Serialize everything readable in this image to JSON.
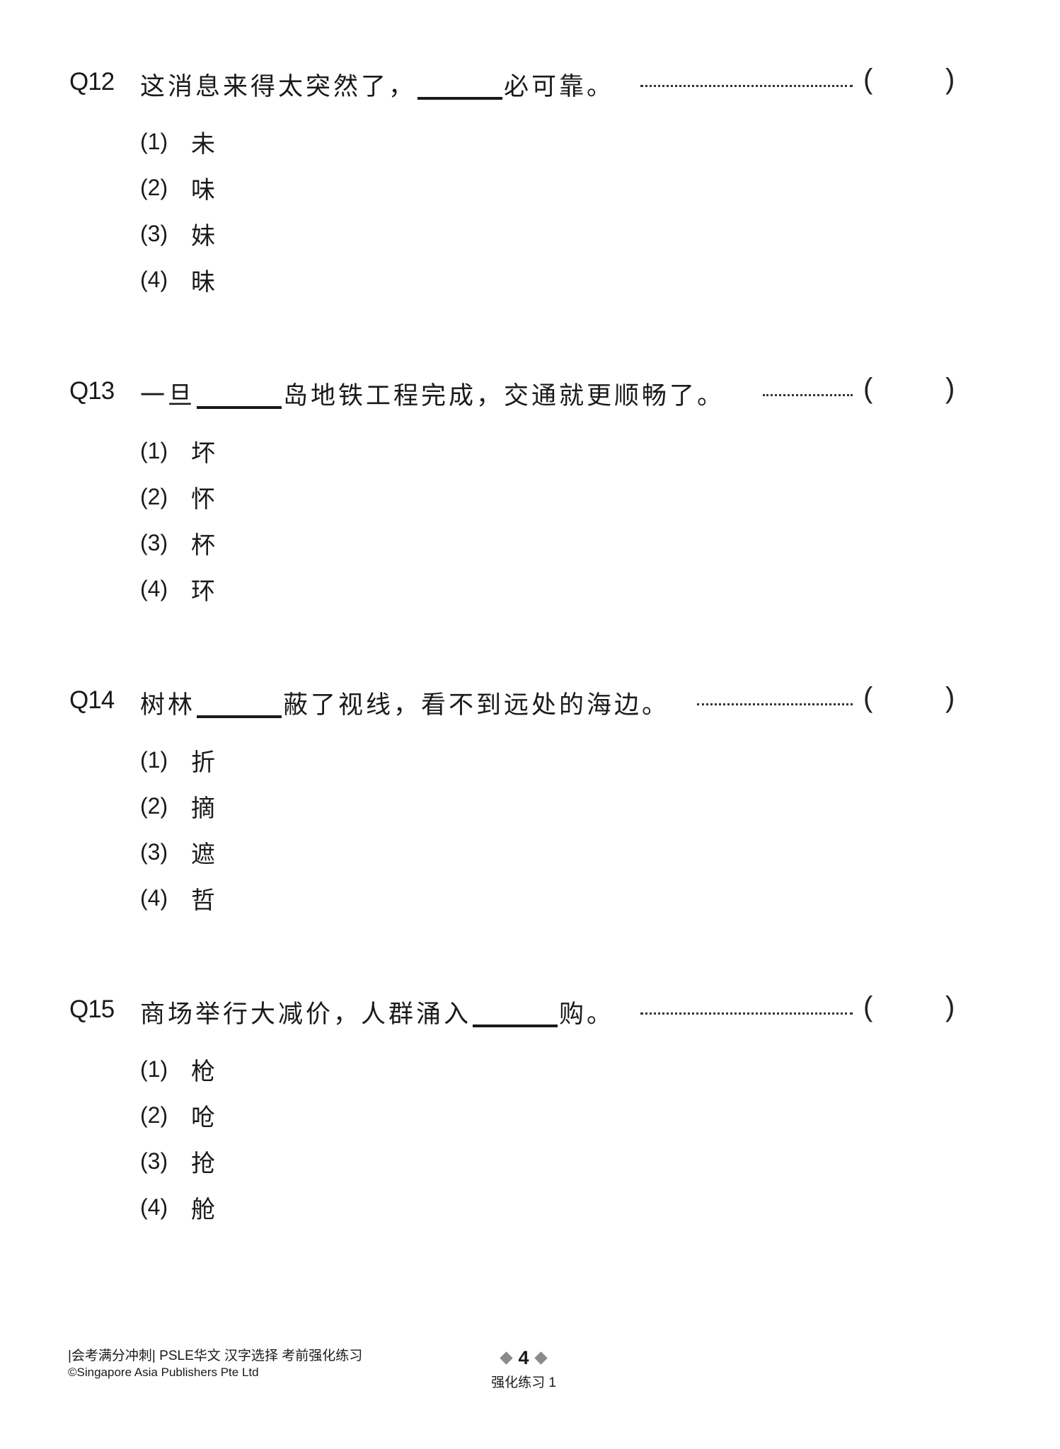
{
  "questions": [
    {
      "number": "Q12",
      "stem_before": "这消息来得太突然了，",
      "stem_after": "必可靠。",
      "answer_open": "(",
      "answer_close": ")",
      "options": [
        {
          "label": "(1)",
          "char": "未"
        },
        {
          "label": "(2)",
          "char": "味"
        },
        {
          "label": "(3)",
          "char": "妹"
        },
        {
          "label": "(4)",
          "char": "昧"
        }
      ]
    },
    {
      "number": "Q13",
      "stem_before": "一旦",
      "stem_after": "岛地铁工程完成，交通就更顺畅了。",
      "answer_open": "(",
      "answer_close": ")",
      "options": [
        {
          "label": "(1)",
          "char": "坏"
        },
        {
          "label": "(2)",
          "char": "怀"
        },
        {
          "label": "(3)",
          "char": "杯"
        },
        {
          "label": "(4)",
          "char": "环"
        }
      ]
    },
    {
      "number": "Q14",
      "stem_before": "树林",
      "stem_after": "蔽了视线，看不到远处的海边。",
      "answer_open": "(",
      "answer_close": ")",
      "options": [
        {
          "label": "(1)",
          "char": "折"
        },
        {
          "label": "(2)",
          "char": "摘"
        },
        {
          "label": "(3)",
          "char": "遮"
        },
        {
          "label": "(4)",
          "char": "哲"
        }
      ]
    },
    {
      "number": "Q15",
      "stem_before": "商场举行大减价，人群涌入",
      "stem_after": "购。",
      "answer_open": "(",
      "answer_close": ")",
      "options": [
        {
          "label": "(1)",
          "char": "枪"
        },
        {
          "label": "(2)",
          "char": "呛"
        },
        {
          "label": "(3)",
          "char": "抢"
        },
        {
          "label": "(4)",
          "char": "舱"
        }
      ]
    }
  ],
  "footer": {
    "series": "|会考满分冲刺| PSLE华文 汉字选择 考前强化练习",
    "copyright": "©Singapore Asia Publishers Pte Ltd",
    "page_number": "4",
    "section": "强化练习 1"
  },
  "colors": {
    "text": "#1a1a1a",
    "diamond": "#8a8a8a",
    "background": "#ffffff"
  }
}
